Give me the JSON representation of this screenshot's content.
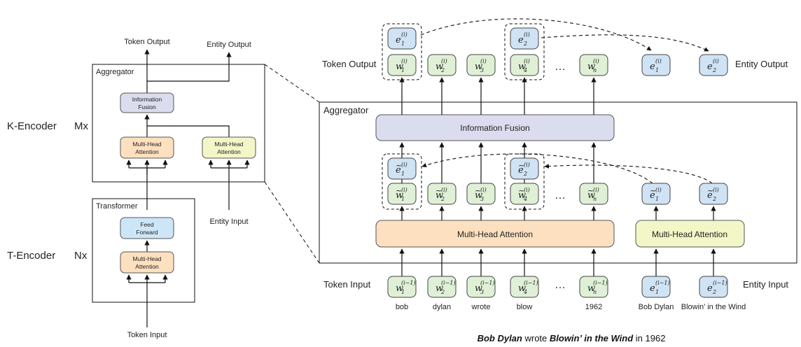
{
  "left": {
    "token_output": "Token Output",
    "entity_output": "Entity Output",
    "aggregator": "Aggregator",
    "k_encoder": "K-Encoder",
    "k_mult": "Mx",
    "information_fusion_1": "Information",
    "information_fusion_2": "Fusion",
    "mha_token_1": "Multi-Head",
    "mha_token_2": "Attention",
    "mha_entity_1": "Multi-Head",
    "mha_entity_2": "Attention",
    "transformer": "Transformer",
    "t_encoder": "T-Encoder",
    "t_mult": "Nx",
    "feed_forward_1": "Feed",
    "feed_forward_2": "Forward",
    "mha_t_1": "Multi-Head",
    "mha_t_2": "Attention",
    "entity_input": "Entity Input",
    "token_input": "Token Input"
  },
  "right": {
    "token_output": "Token Output",
    "entity_output": "Entity Output",
    "aggregator": "Aggregator",
    "information_fusion": "Information Fusion",
    "mha_token": "Multi-Head Attention",
    "mha_entity": "Multi-Head Attention",
    "token_input": "Token Input",
    "entity_input": "Entity Input",
    "ellipsis": "…",
    "words": [
      "bob",
      "dylan",
      "wrote",
      "blow",
      "1962"
    ],
    "entities": [
      "Bob Dylan",
      "Blowin’ in the Wind"
    ],
    "token_subscripts": [
      "1",
      "2",
      "3",
      "4",
      "n"
    ],
    "entity_subscripts": [
      "1",
      "2"
    ],
    "sup_out": "(i)",
    "sup_in": "(i−1)",
    "w": "w",
    "e": "e"
  },
  "caption": {
    "part1": "Bob Dylan",
    "part2": " wrote ",
    "part3": "Blowin’ in the Wind",
    "part4": " in 1962"
  },
  "colors": {
    "green": "#dff0d6",
    "blue": "#cfe3f5",
    "lavender": "#dcdcef",
    "orange": "#fde0bf",
    "yellow": "#f3f6c6",
    "ff_blue": "#cde6f7"
  }
}
